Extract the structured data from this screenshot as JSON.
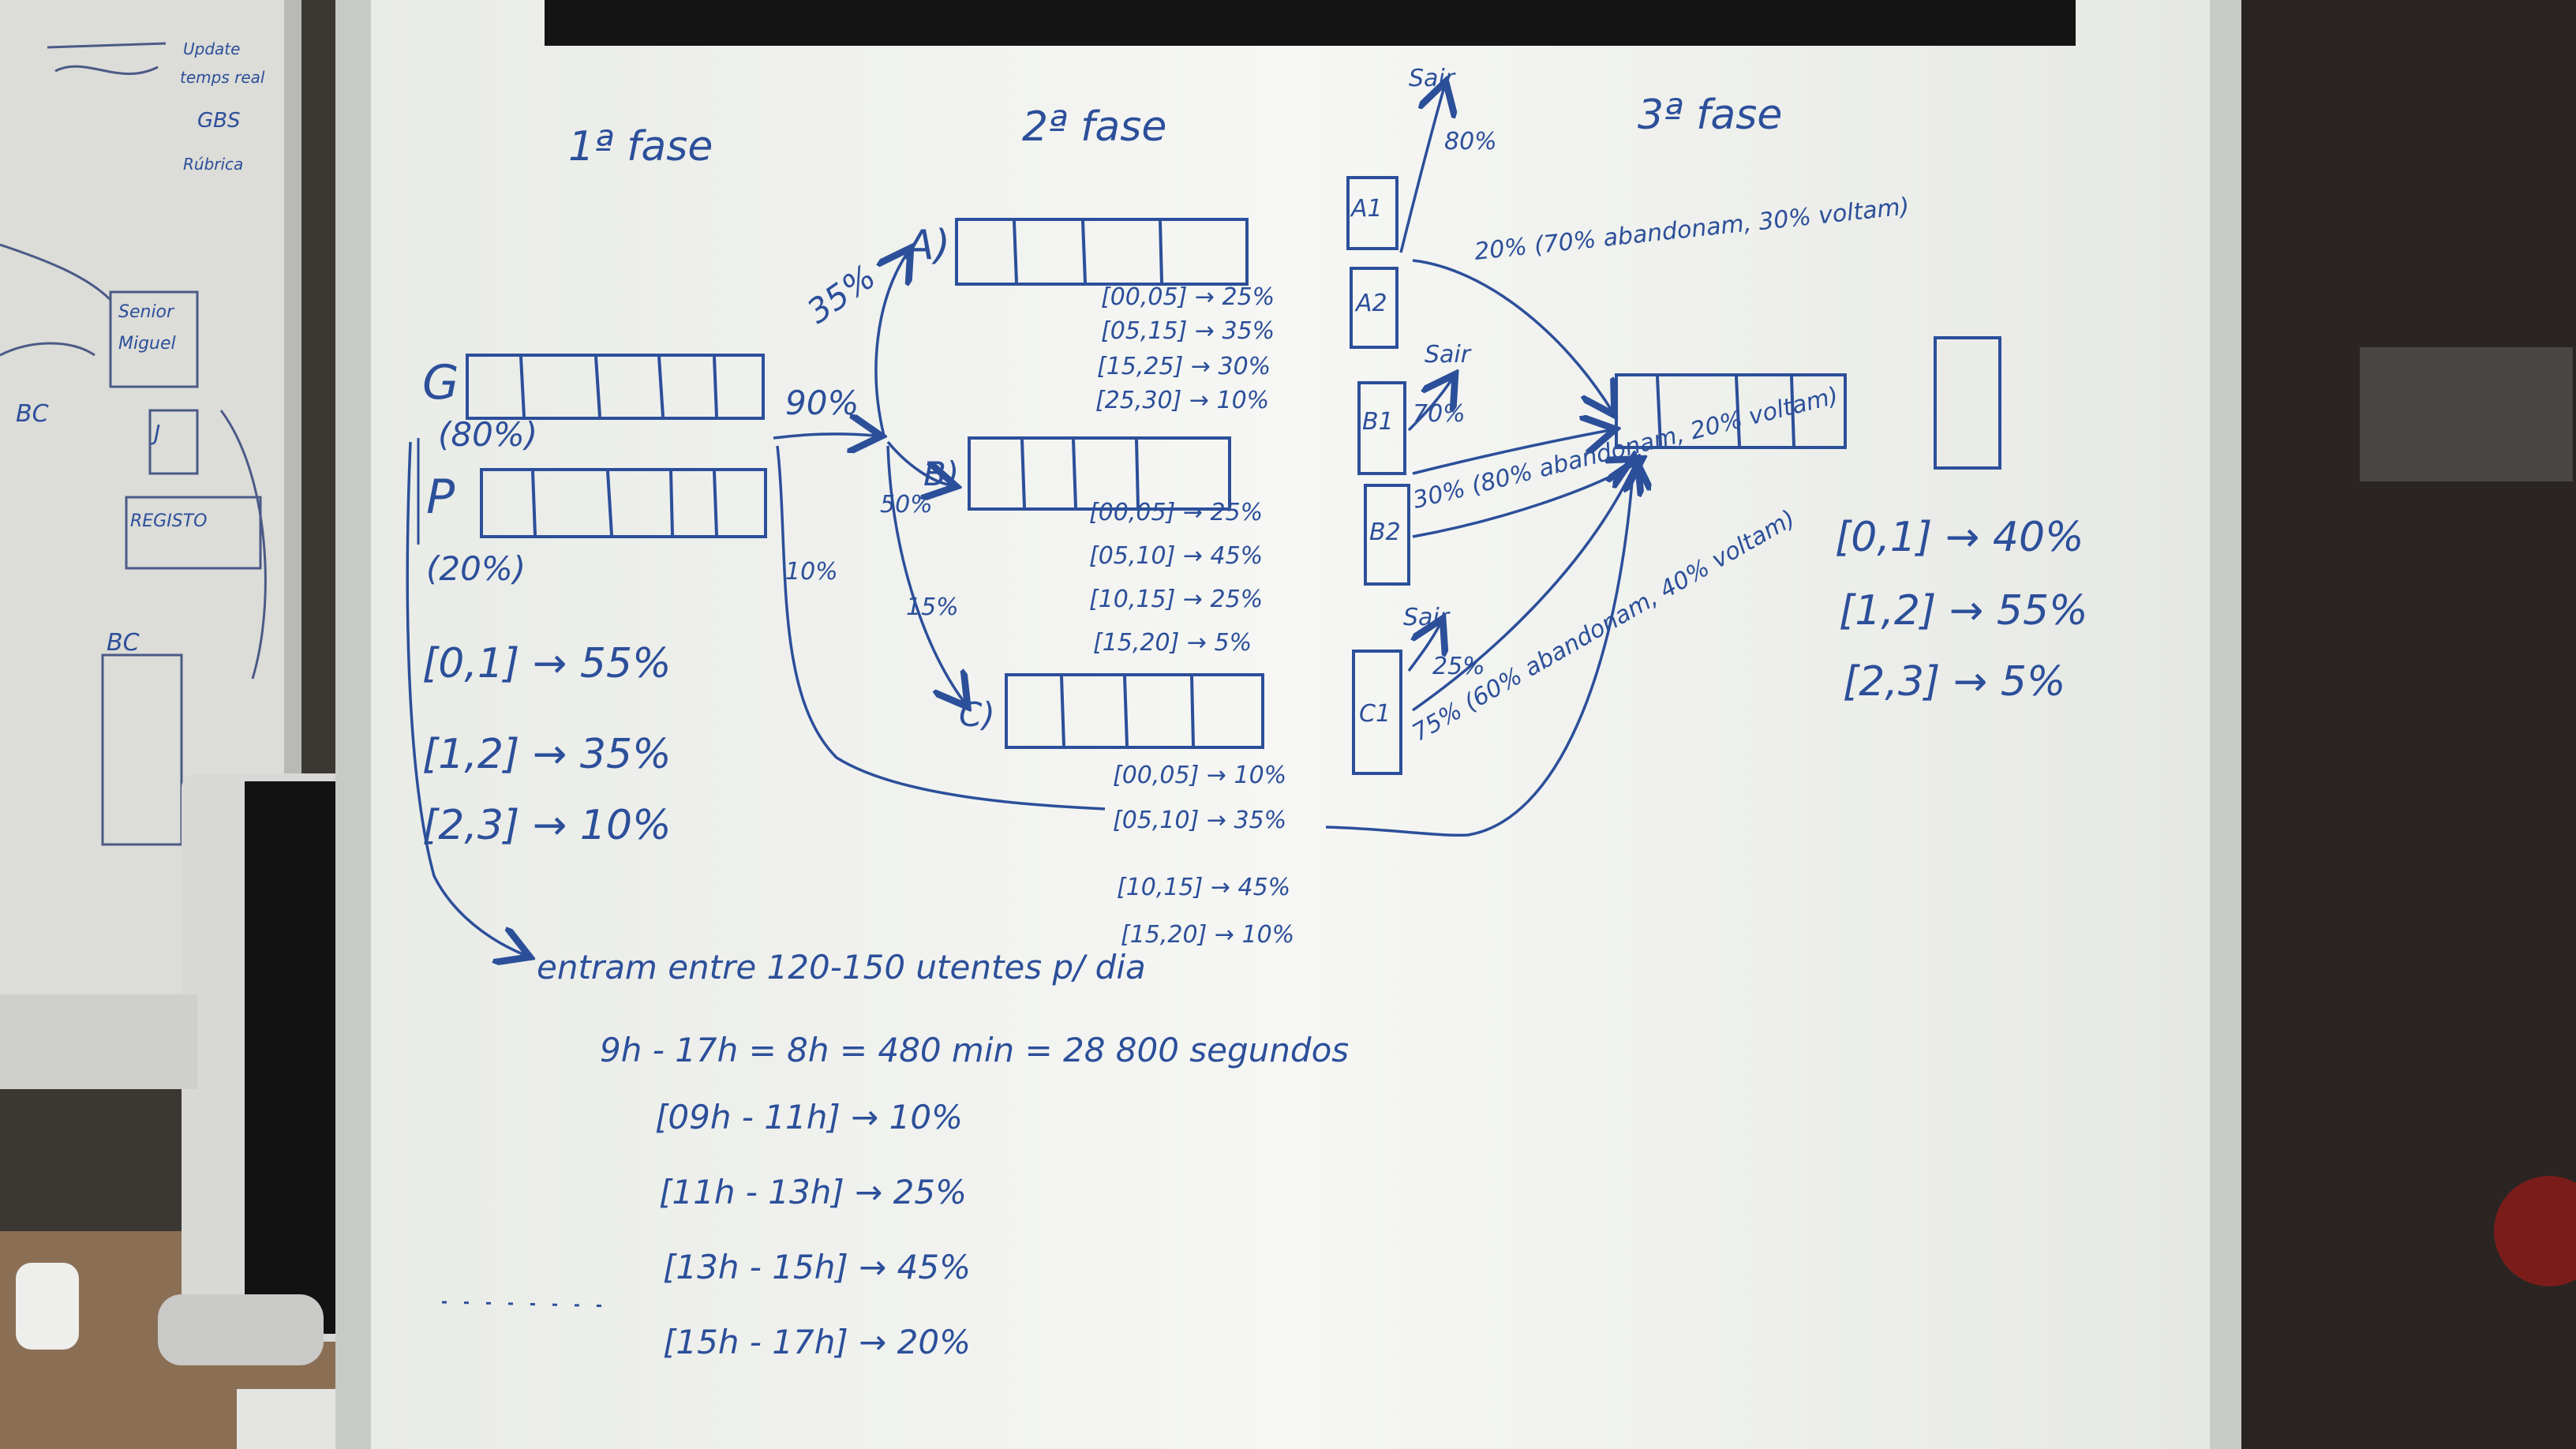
{
  "phase_headers": {
    "phase1": "1ª fase",
    "phase2": "2ª fase",
    "phase3": "3ª fase"
  },
  "phase1": {
    "queue_g": {
      "label": "G",
      "share": "(80%)"
    },
    "queue_p": {
      "label": "P",
      "share": "(20%)"
    },
    "service_times": [
      "[0,1] → 55%",
      "[1,2] → 35%",
      "[2,3] → 10%"
    ],
    "arrivals": {
      "note": "entram entre 120-150 utentes p/ dia",
      "hours": "9h - 17h = 8h = 480 min = 28 800 segundos",
      "slots": [
        "[09h - 11h] → 10%",
        "[11h - 13h] → 25%",
        "[13h - 15h] → 45%",
        "[15h - 17h] → 20%"
      ]
    }
  },
  "routing_phase1": {
    "to_phase2": "90%",
    "bypass": "10%",
    "to_a": "35%",
    "to_b": "50%",
    "to_c": "15%"
  },
  "phase2": {
    "queue_a": {
      "label": "A)",
      "service_times": [
        "[00,05] → 25%",
        "[05,15] → 35%",
        "[15,25] → 30%",
        "[25,30] → 10%"
      ]
    },
    "queue_b": {
      "label": "B)",
      "service_times": [
        "[00,05] → 25%",
        "[05,10] → 45%",
        "[10,15] → 25%",
        "[15,20] → 5%"
      ]
    },
    "queue_c": {
      "label": "C)",
      "service_times": [
        "[00,05] → 10%",
        "[05,10] → 35%",
        "[10,15] → 45%",
        "[15,20] → 10%"
      ]
    }
  },
  "phase2_exits": {
    "a1_leave": "Sair",
    "a1_leave_pct": "80%",
    "a1_to_phase3": "20% (70% abandonam, 30% voltam)",
    "b1_leave": "Sair",
    "b1_leave_pct": "70%",
    "b2_to_phase3": "30% (80% abandonam, 20% voltam)",
    "c1_leave": "Sair",
    "c1_leave_pct": "25%",
    "c1_to_phase3": "75% (60% abandonam, 40% voltam)",
    "servers": [
      "A1",
      "A2",
      "B1",
      "B2",
      "C1"
    ]
  },
  "phase3": {
    "service_times": [
      "[0,1] → 40%",
      "[1,2] → 55%",
      "[2,3] → 5%"
    ]
  },
  "side_board": {
    "notes": [
      "Update",
      "temps real",
      "GBS",
      "Rúbrica",
      "Senior",
      "Miguel",
      "BC",
      "J",
      "REGISTO",
      "BC"
    ]
  },
  "colors": {
    "marker_ink": "#2c4f9a",
    "whiteboard": "#f4f5f2",
    "wall": "#3a3632"
  }
}
